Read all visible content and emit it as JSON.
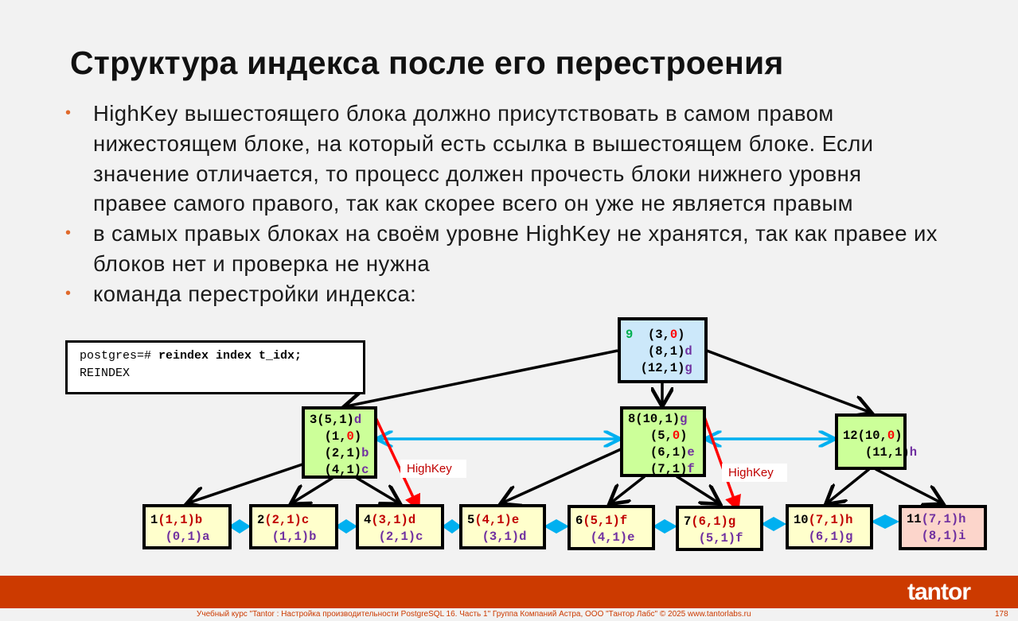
{
  "title": "Структура индекса после его перестроения",
  "bullets": [
    "HighKey вышестоящего блока должно присутствовать в самом правом нижестоящем блоке, на который есть ссылка в вышестоящем блоке. Если значение отличается, то процесс должен прочесть блоки нижнего уровня правее самого правого, так как скорее всего он уже не является правым",
    "в самых правых блоках на своём уровне HighKey не хранятся, так как правее их блоков нет и проверка не нужна",
    "команда перестройки индекса:"
  ],
  "code": {
    "prompt": "postgres=# ",
    "command": "reindex index t_idx;",
    "output": "REINDEX"
  },
  "highkey_label": "HighKey",
  "colors": {
    "accent": "#cc3a00",
    "root": "#cce8fa",
    "inner": "#ccff99",
    "leaf": "#ffffcc",
    "rightmost_leaf": "#fcd5cb"
  },
  "nodes": [
    {
      "id": "9",
      "level": "root",
      "lines": [
        [
          [
            "9",
            "g"
          ],
          [
            "  (3,",
            "k"
          ],
          [
            "0",
            "rb"
          ],
          [
            ")",
            "k"
          ]
        ],
        [
          [
            "   (8,1)",
            "k"
          ],
          [
            "d",
            "p"
          ]
        ],
        [
          [
            "  (12,1)",
            "k"
          ],
          [
            "g",
            "p"
          ]
        ]
      ]
    },
    {
      "id": "3",
      "level": "inner",
      "lines": [
        [
          [
            "3(5,1)",
            "k"
          ],
          [
            "d",
            "p"
          ]
        ],
        [
          [
            "  (1,",
            "k"
          ],
          [
            "0",
            "rb"
          ],
          [
            ")",
            "k"
          ]
        ],
        [
          [
            "  (2,1)",
            "k"
          ],
          [
            "b",
            "p"
          ]
        ],
        [
          [
            "  (4,1)",
            "k"
          ],
          [
            "c",
            "p"
          ]
        ]
      ]
    },
    {
      "id": "8",
      "level": "inner",
      "lines": [
        [
          [
            "8(10,1)",
            "k"
          ],
          [
            "g",
            "p"
          ]
        ],
        [
          [
            "   (5,",
            "k"
          ],
          [
            "0",
            "rb"
          ],
          [
            ")",
            "k"
          ]
        ],
        [
          [
            "   (6,1)",
            "k"
          ],
          [
            "e",
            "p"
          ]
        ],
        [
          [
            "   (7,1)",
            "k"
          ],
          [
            "f",
            "p"
          ]
        ]
      ]
    },
    {
      "id": "12",
      "level": "inner",
      "lines": [
        [
          [
            "12(10,",
            "k"
          ],
          [
            "0",
            "rb"
          ],
          [
            ")",
            "k"
          ]
        ],
        [
          [
            "   (11,1)",
            "k"
          ],
          [
            "h",
            "p"
          ]
        ]
      ]
    },
    {
      "id": "1",
      "level": "leaf",
      "lines": [
        [
          [
            "1",
            "k"
          ],
          [
            "(1,1)b",
            "r"
          ]
        ],
        [
          [
            "  (0,1)a",
            "p"
          ]
        ]
      ]
    },
    {
      "id": "2",
      "level": "leaf",
      "lines": [
        [
          [
            "2",
            "k"
          ],
          [
            "(2,1)c",
            "r"
          ]
        ],
        [
          [
            "  (1,1)b",
            "p"
          ]
        ]
      ]
    },
    {
      "id": "4",
      "level": "leaf",
      "lines": [
        [
          [
            "4",
            "k"
          ],
          [
            "(3,1)d",
            "r"
          ]
        ],
        [
          [
            "  (2,1)c",
            "p"
          ]
        ]
      ]
    },
    {
      "id": "5",
      "level": "leaf",
      "lines": [
        [
          [
            "5",
            "k"
          ],
          [
            "(4,1)e",
            "r"
          ]
        ],
        [
          [
            "  (3,1)d",
            "p"
          ]
        ]
      ]
    },
    {
      "id": "6",
      "level": "leaf",
      "lines": [
        [
          [
            "6",
            "k"
          ],
          [
            "(5,1)f",
            "r"
          ]
        ],
        [
          [
            "  (4,1)e",
            "p"
          ]
        ]
      ]
    },
    {
      "id": "7",
      "level": "leaf",
      "lines": [
        [
          [
            "7",
            "k"
          ],
          [
            "(6,1)g",
            "r"
          ]
        ],
        [
          [
            "  (5,1)f",
            "p"
          ]
        ]
      ]
    },
    {
      "id": "10",
      "level": "leaf",
      "lines": [
        [
          [
            "10",
            "k"
          ],
          [
            "(7,1)h",
            "r"
          ]
        ],
        [
          [
            "  (6,1)g",
            "p"
          ]
        ]
      ]
    },
    {
      "id": "11",
      "level": "rightmost_leaf",
      "lines": [
        [
          [
            "11",
            "k"
          ],
          [
            "(7,1)h",
            "p"
          ]
        ],
        [
          [
            "  (8,1)i",
            "p"
          ]
        ]
      ]
    }
  ],
  "footer": "Учебный курс \"Tantor : Настройка производительности PostgreSQL 16. Часть 1\" Группа Компаний Астра, ООО \"Тантор Лабс\" © 2025  www.tantorlabs.ru",
  "page_number": "178",
  "logo": "tantor"
}
